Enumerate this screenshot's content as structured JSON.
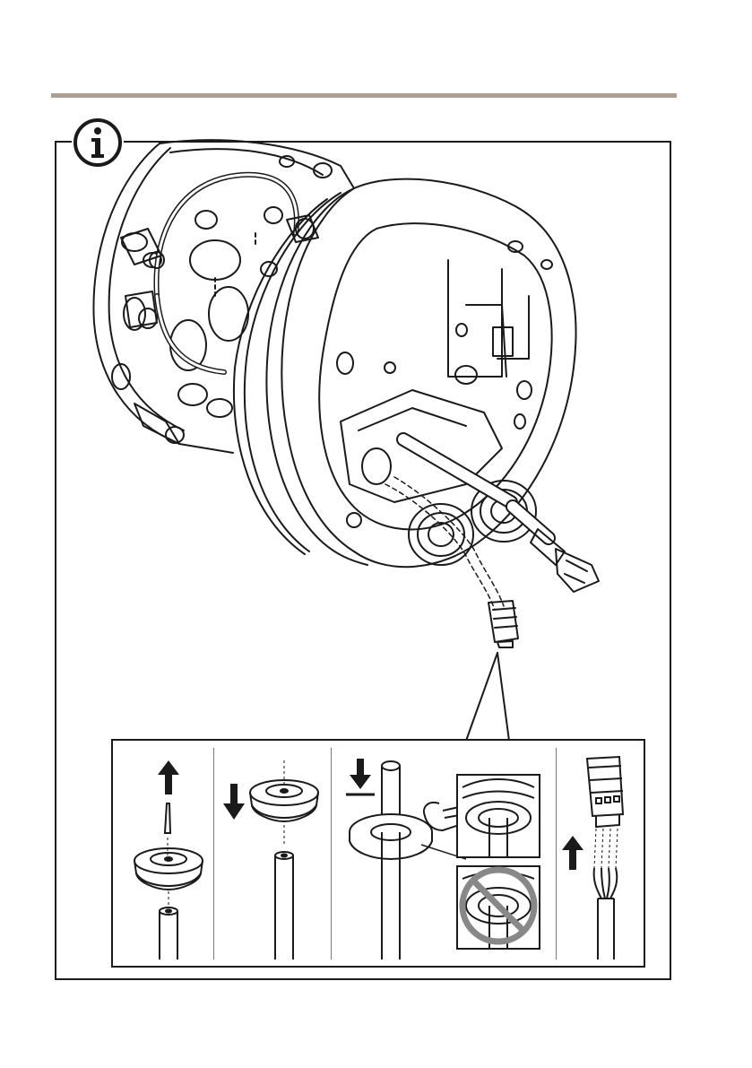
{
  "page": {
    "accent_rule_color": "#ad9e94",
    "line_color": "#1a1a1a"
  },
  "notice": {
    "icon": "info-icon"
  },
  "main_illustration": {
    "subject": "mounting-box-with-cable-gaskets",
    "icons": [
      "network-cable-icon",
      "power-connector-icon",
      "gasket-icon"
    ]
  },
  "detail_steps": [
    {
      "id": "step-1",
      "icon": "arrow-up-icon"
    },
    {
      "id": "step-2",
      "icon": "arrow-down-icon"
    },
    {
      "id": "step-3",
      "icon": "arrow-down-icon"
    },
    {
      "id": "step-4",
      "icon": "arrow-up-icon"
    }
  ],
  "prohibited_mark": {
    "icon": "prohibited-icon",
    "color": "#888888"
  }
}
